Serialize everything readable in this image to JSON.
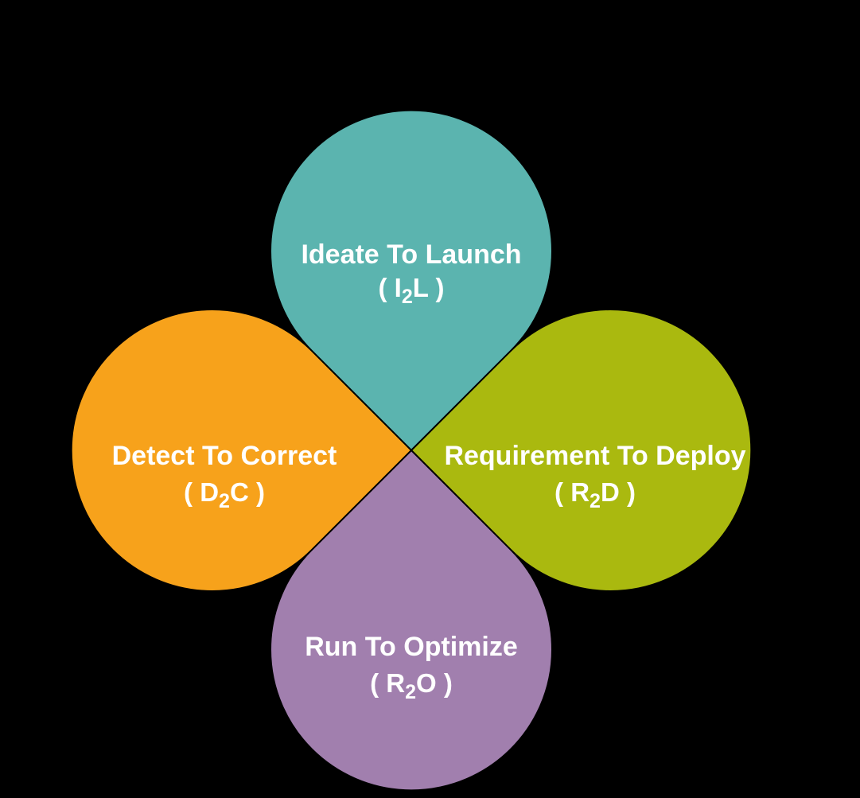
{
  "diagram": {
    "background_color": "#000000",
    "text_color": "#ffffff",
    "petals": [
      {
        "id": "ideate-to-launch",
        "position": "top",
        "label": "Ideate To Launch",
        "abbr_pre": "( I",
        "abbr_sub": "2",
        "abbr_post": "L )",
        "color": "#5bb4af"
      },
      {
        "id": "requirement-to-deploy",
        "position": "right",
        "label": "Requirement To Deploy",
        "abbr_pre": "( R",
        "abbr_sub": "2",
        "abbr_post": "D )",
        "color": "#aab90f"
      },
      {
        "id": "run-to-optimize",
        "position": "bottom",
        "label": "Run To Optimize",
        "abbr_pre": "( R",
        "abbr_sub": "2",
        "abbr_post": "O )",
        "color": "#a17fae"
      },
      {
        "id": "detect-to-correct",
        "position": "left",
        "label": "Detect To Correct",
        "abbr_pre": "( D",
        "abbr_sub": "2",
        "abbr_post": "C )",
        "color": "#f7a21b"
      }
    ]
  }
}
